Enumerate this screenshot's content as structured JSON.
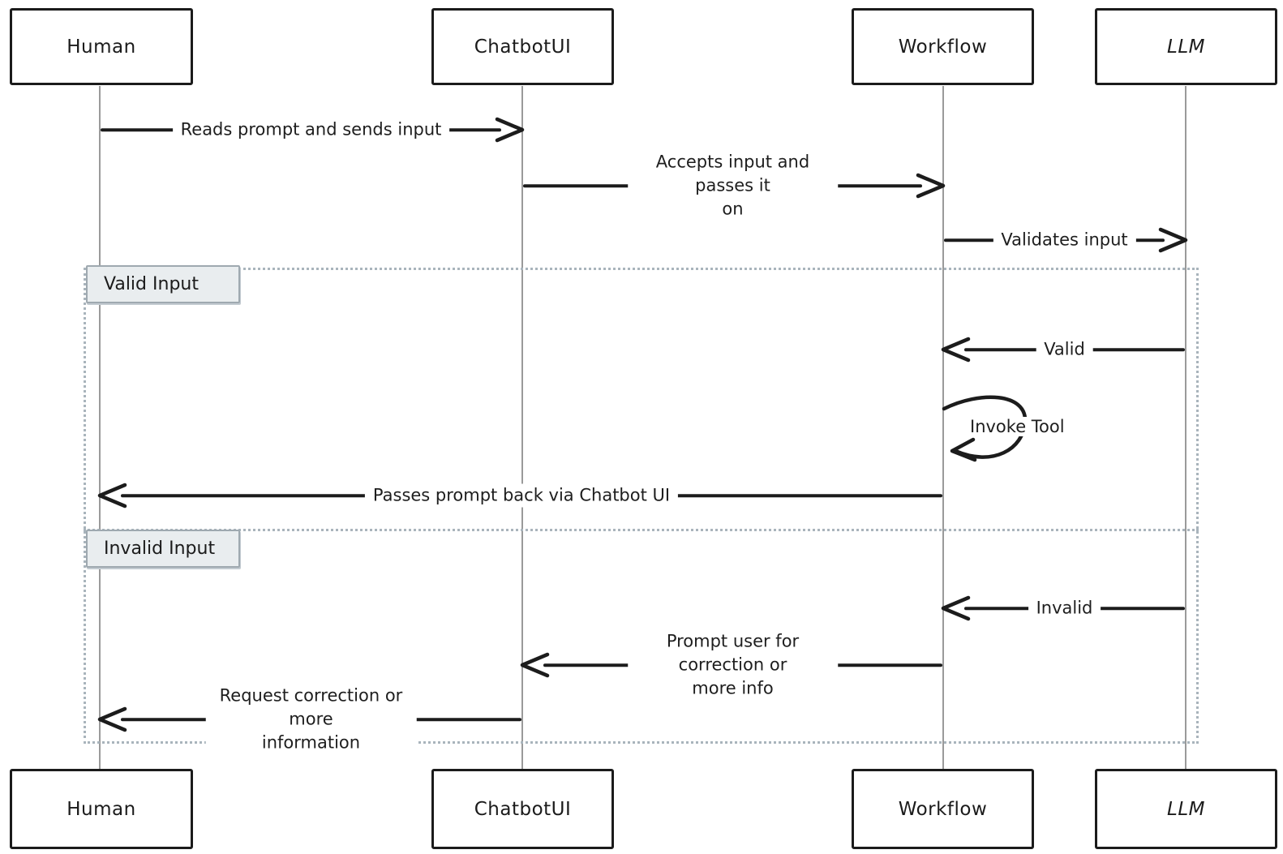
{
  "participants": [
    {
      "name": "Human"
    },
    {
      "name": "ChatbotUI"
    },
    {
      "name": "Workflow"
    },
    {
      "name": "LLM"
    }
  ],
  "messages": [
    {
      "from": "Human",
      "to": "ChatbotUI",
      "label": "Reads prompt and sends input"
    },
    {
      "from": "ChatbotUI",
      "to": "Workflow",
      "label": "Accepts input and passes it\non"
    },
    {
      "from": "Workflow",
      "to": "LLM",
      "label": "Validates input"
    },
    {
      "from": "LLM",
      "to": "Workflow",
      "label": "Valid"
    },
    {
      "from": "Workflow",
      "to": "Workflow",
      "label": "Invoke Tool"
    },
    {
      "from": "Workflow",
      "to": "Human",
      "label": "Passes prompt back via Chatbot UI"
    },
    {
      "from": "LLM",
      "to": "Workflow",
      "label": "Invalid"
    },
    {
      "from": "Workflow",
      "to": "ChatbotUI",
      "label": "Prompt user for correction or\nmore info"
    },
    {
      "from": "ChatbotUI",
      "to": "Human",
      "label": "Request correction or more\ninformation"
    }
  ],
  "frame": {
    "type": "alt",
    "sections": [
      {
        "label": "Valid Input"
      },
      {
        "label": "Invalid Input"
      }
    ]
  },
  "colors": {
    "stroke": "#1c1c1c",
    "lifeline": "#9a9a9a",
    "frame_border": "#a9b4bc",
    "section_label_bg": "#e9edef",
    "section_label_border": "#9fa9b0",
    "background": "#ffffff"
  }
}
